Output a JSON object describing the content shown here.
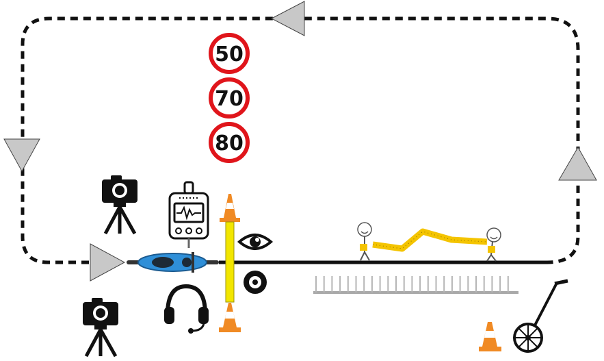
{
  "speed_signs": [
    "50",
    "70",
    "80"
  ],
  "colors": {
    "path": "#111111",
    "arrow_fill": "#c8c8c8",
    "sign_ring": "#e0151b",
    "cone": "#f08a24",
    "gate": "#f2e600",
    "bike": "#2f8fd8",
    "tape": "#f4c400"
  },
  "icons": [
    "direction-arrow-icon",
    "camera-tripod-icon",
    "data-logger-icon",
    "headset-icon",
    "eye-icon",
    "sound-icon",
    "traffic-cone-icon",
    "motorcycle-icon",
    "measuring-tape-people-icon",
    "measuring-wheel-icon",
    "fence-icon"
  ]
}
